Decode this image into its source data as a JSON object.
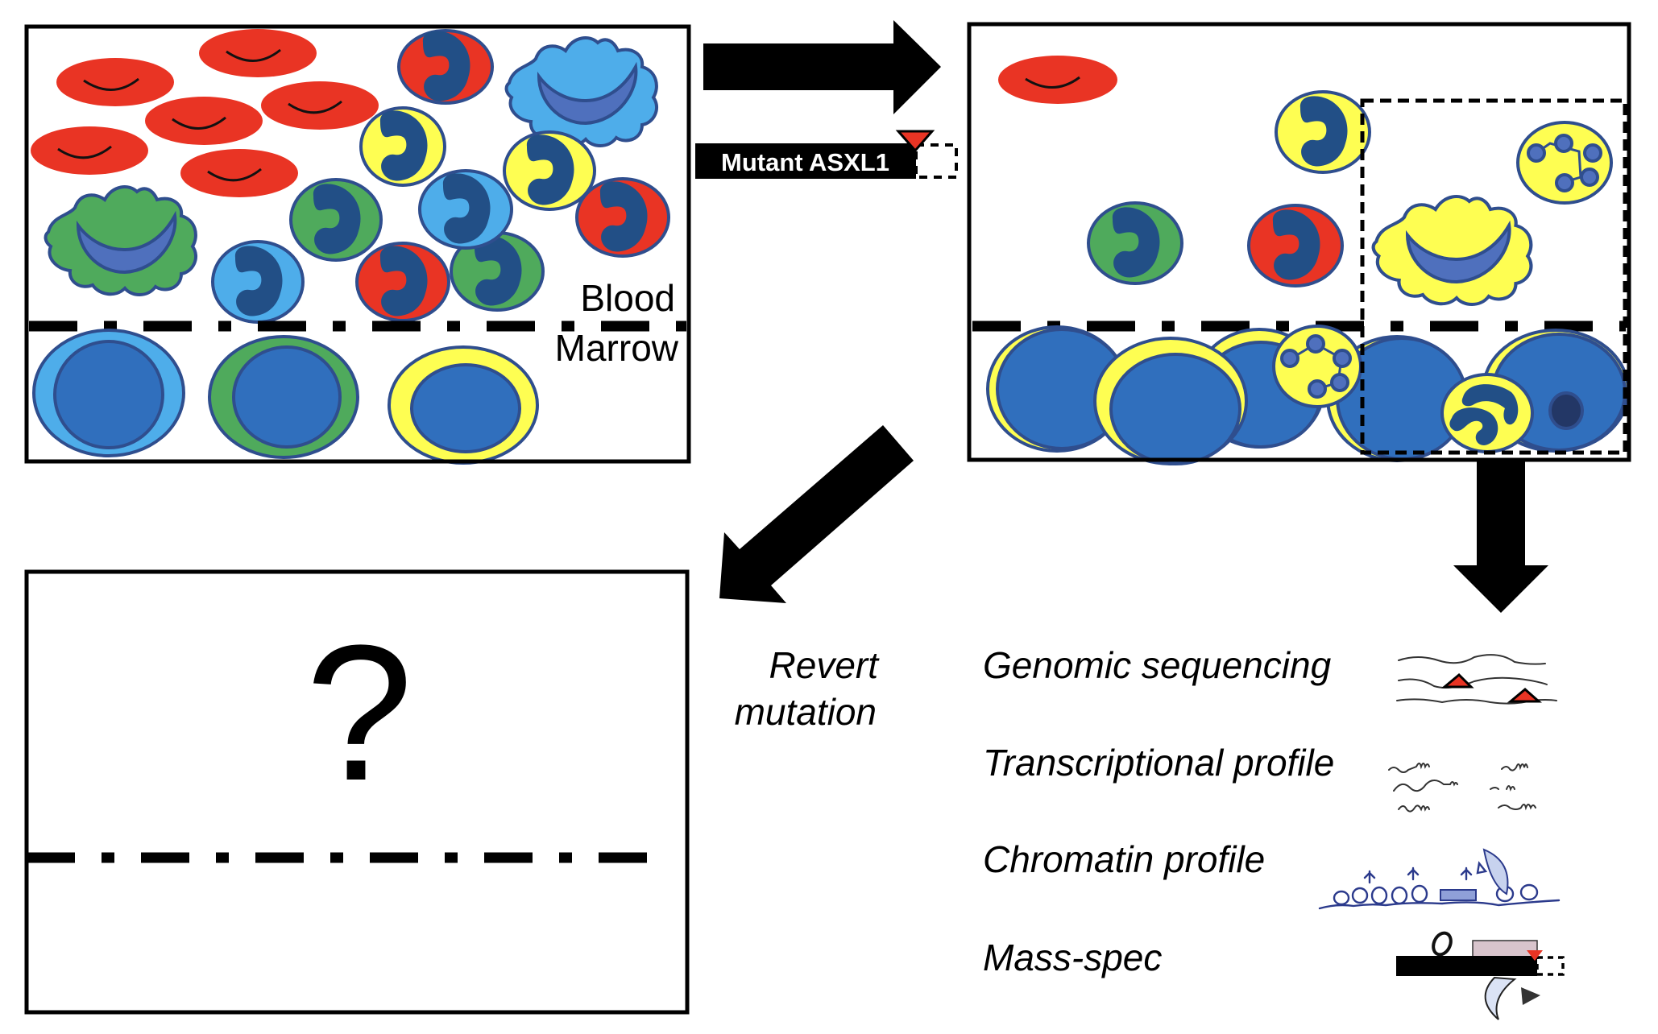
{
  "figure": {
    "panels": {
      "initial": {
        "upper_label": "Blood",
        "lower_label": "Marrow"
      },
      "mutant": {},
      "reverted": {
        "unknown_symbol": "?"
      }
    },
    "transition_arrows": {
      "mutation_label": "Mutant ASXL1",
      "revert_label_line1": "Revert",
      "revert_label_line2": "mutation"
    },
    "assays": [
      {
        "label": "Genomic sequencing",
        "icon": "genome-sketch-icon"
      },
      {
        "label": "Transcriptional profile",
        "icon": "transcript-sketch-icon"
      },
      {
        "label": "Chromatin profile",
        "icon": "chromatin-sketch-icon"
      },
      {
        "label": "Mass-spec",
        "icon": "protein-complex-sketch-icon"
      }
    ],
    "colors": {
      "rbc": "#e93424",
      "neutrophil_yellow": "#fefe52",
      "lineage_green": "#4faa5c",
      "lineage_lightblue": "#4eadea",
      "lineage_red": "#e93424",
      "nucleus_dark": "#224f86",
      "progenitor_blue": "#306fbd",
      "outline": "#2f4e8e",
      "mutation_marker": "#e93424"
    }
  }
}
